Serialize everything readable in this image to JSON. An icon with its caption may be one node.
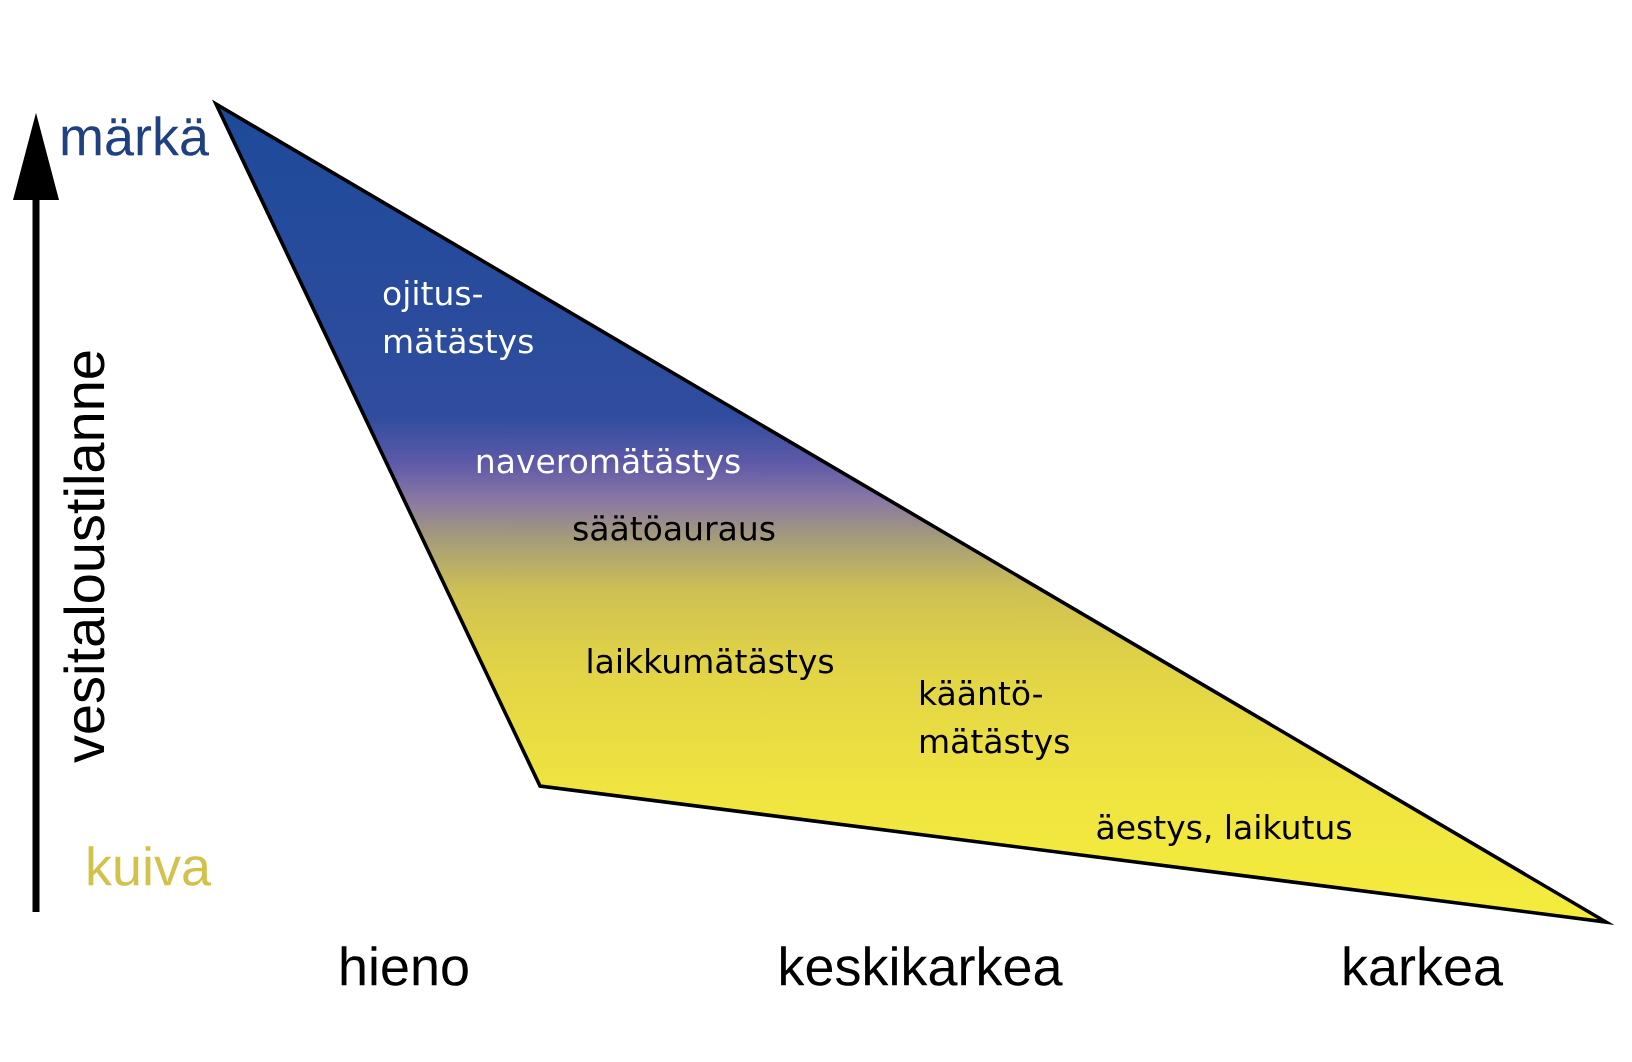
{
  "diagram": {
    "nodes": [
      {
        "text": [
          "ojitus- mätästys",
          "naveromätästys",
          "säätöauraus",
          "laikkumätästys",
          "kääntö- mätästys",
          "äestys, laikutus"
        ]
      }
    ],
    "labels": [
      "märkä",
      "vesitaloustilanne",
      "kuiva",
      "hieno",
      "keskikarkea",
      "karkea"
    ]
  }
}
